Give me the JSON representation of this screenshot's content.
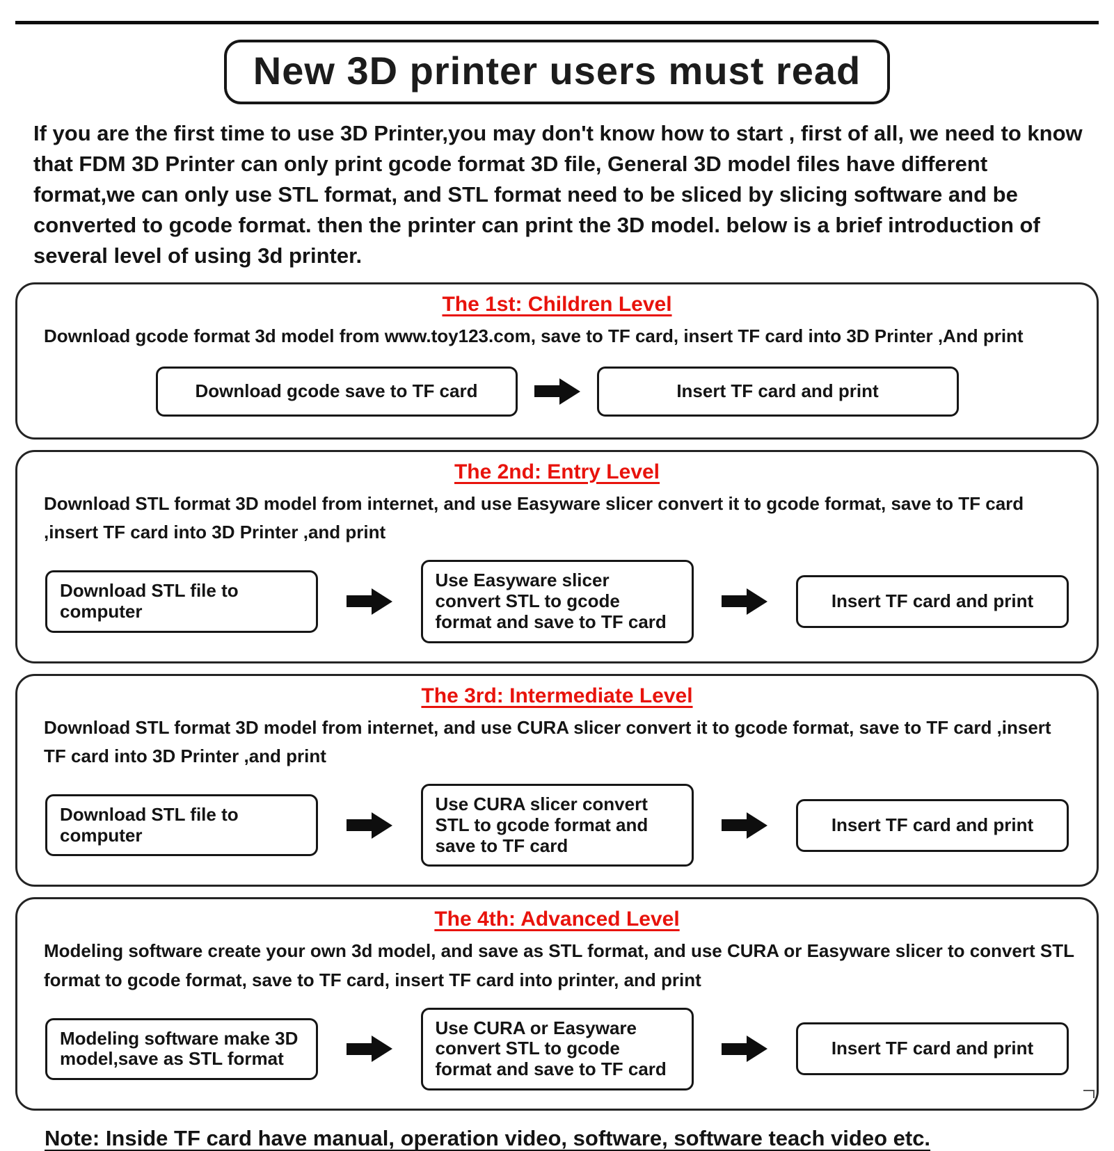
{
  "page": {
    "title": "New 3D printer users must read",
    "intro": "If you are the first time to use 3D Printer,you may don't know how to start , first of all, we need to know that FDM 3D Printer can only print gcode format 3D file, General 3D model files have different format,we can only use STL format,  and STL format need to be sliced by slicing software and be converted to gcode format.  then the printer can print the 3D model. below is a brief introduction of several level of using 3d printer.",
    "note": "Note:  Inside TF card have manual,  operation video, software, software teach video etc."
  },
  "colors": {
    "heading_red": "#e8130c",
    "text_black": "#141414"
  },
  "sections": [
    {
      "heading": "The 1st:  Children Level",
      "description": "Download gcode format 3d model from www.toy123.com, save to TF card, insert TF card into 3D Printer ,And print",
      "steps": [
        "Download gcode save to TF card",
        "Insert TF card and print"
      ]
    },
    {
      "heading": "The 2nd: Entry Level",
      "description": "Download STL format 3D model from internet, and use Easyware slicer convert it to gcode format, save to TF card ,insert TF card into 3D Printer ,and print",
      "steps": [
        "Download STL file to computer",
        "Use Easyware slicer convert STL to gcode format and save to TF card",
        "Insert TF card and print"
      ]
    },
    {
      "heading": "The 3rd: Intermediate Level",
      "description": "Download STL format 3D model from internet, and use CURA slicer convert it to gcode format, save to TF card ,insert TF card into 3D Printer ,and print",
      "steps": [
        "Download STL file to computer",
        "Use CURA slicer convert STL to gcode format and save to TF card",
        "Insert TF card and print"
      ]
    },
    {
      "heading": "The 4th:  Advanced Level",
      "description": "Modeling software create your own 3d model, and save as STL format,  and use CURA or Easyware slicer to convert STL format to gcode format, save to TF card, insert TF card into printer, and print",
      "steps": [
        "Modeling software make 3D model,save as STL format",
        "Use CURA or Easyware convert STL to gcode format and save to TF card",
        "Insert TF card and print"
      ]
    }
  ]
}
